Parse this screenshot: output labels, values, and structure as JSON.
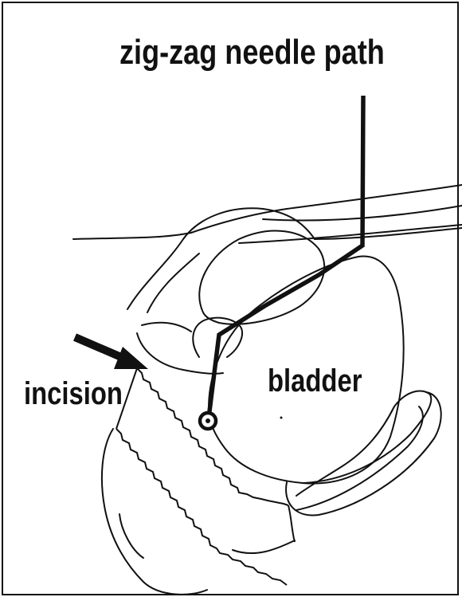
{
  "figure": {
    "title": "zig-zag needle path",
    "labels": {
      "incision": "incision",
      "bladder": "bladder"
    }
  }
}
